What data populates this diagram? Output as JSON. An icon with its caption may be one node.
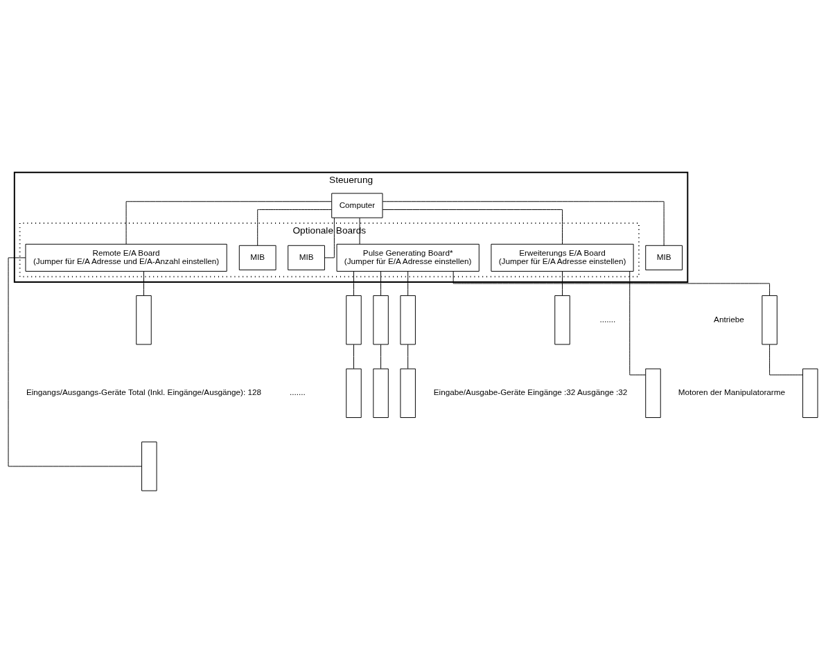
{
  "diagram": {
    "nodes": [
      {
        "text": [
          "Steuerung"
        ]
      },
      {
        "text": [
          "Computer"
        ],
        "in": 0
      },
      {
        "text": [
          "Optionale Boards"
        ],
        "in": 0
      },
      {
        "text": [
          "MIB"
        ],
        "in": 0
      },
      {
        "text": [
          "MIB"
        ],
        "in": 2
      },
      {
        "text": [
          "MIB"
        ],
        "in": 2
      },
      {
        "text": [
          "Pulse Generating Board*",
          "(Jumper für E/A Adresse einstellen)"
        ],
        "in": 2
      },
      {
        "text": [
          "Erweiterungs E/A Board",
          "(Jumper für E/A Adresse einstellen)"
        ],
        "in": 2
      },
      {
        "text": [
          "Remote E/A Board",
          "(Jumper für E/A Adresse und E/A-Anzahl einstellen)"
        ],
        "in": 2
      },
      {
        "text": [],
        "shape": "bar"
      },
      {
        "text": [],
        "shape": "bar"
      },
      {
        "text": [],
        "shape": "bar"
      },
      {
        "text": [],
        "shape": "bar"
      },
      {
        "text": [],
        "shape": "bar"
      },
      {
        "text": [],
        "shape": "bar"
      },
      {
        "text": [],
        "shape": "bar"
      },
      {
        "text": [],
        "shape": "bar"
      },
      {
        "text": [],
        "shape": "bar"
      },
      {
        "text": [],
        "shape": "bar"
      },
      {
        "text": [],
        "shape": "bar"
      },
      {
        "text": [],
        "shape": "bar"
      }
    ],
    "edges": [
      {
        "from": 1,
        "to": 3,
        "arrow": "none"
      },
      {
        "from": 1,
        "to": 4,
        "arrow": "none"
      },
      {
        "from": 1,
        "to": 5,
        "arrow": "none"
      },
      {
        "from": 1,
        "to": 6,
        "arrow": "none"
      },
      {
        "from": 1,
        "to": 7,
        "arrow": "none"
      },
      {
        "from": 1,
        "to": 8,
        "arrow": "none"
      },
      {
        "from": 6,
        "to": 9,
        "arrow": "none"
      },
      {
        "from": 6,
        "to": 10,
        "arrow": "none"
      },
      {
        "from": 6,
        "to": 11,
        "arrow": "none"
      },
      {
        "from": 6,
        "to": 12,
        "arrow": "none"
      },
      {
        "from": 9,
        "to": 13,
        "arrow": "none"
      },
      {
        "from": 10,
        "to": 14,
        "arrow": "none"
      },
      {
        "from": 11,
        "to": 15,
        "arrow": "none"
      },
      {
        "from": 12,
        "to": 16,
        "arrow": "none"
      },
      {
        "from": 7,
        "to": 17,
        "arrow": "none"
      },
      {
        "from": 7,
        "to": 18,
        "arrow": "none"
      },
      {
        "from": 8,
        "to": 19,
        "arrow": "none"
      },
      {
        "from": 8,
        "to": 20,
        "arrow": "none"
      }
    ],
    "labels": [
      "Antriebe",
      ".......",
      ".......",
      "Eingabe/Ausgabe-Geräte Eingänge :32 Ausgänge :32",
      "Eingangs/Ausgangs-Geräte Total (Inkl. Eingänge/Ausgänge): 128",
      "Motoren der Manipulatorarme"
    ]
  }
}
